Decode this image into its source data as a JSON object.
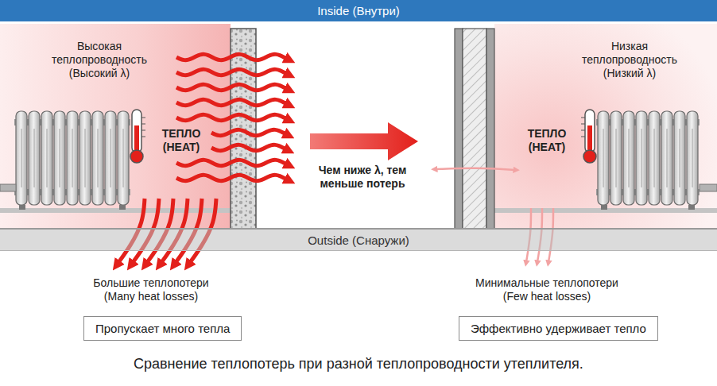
{
  "diagram": {
    "caption": "Сравнение теплопотерь при разной теплопроводности утеплителя.",
    "nodes": [
      {
        "text": [
          "Inside (Внутри)"
        ]
      },
      {
        "text": [
          "Outside (Снаружи)"
        ]
      },
      {
        "text": [
          "Пропускает много тепла"
        ]
      },
      {
        "text": [
          "Эффективно удерживает тепло"
        ]
      }
    ],
    "labels": [
      "Высокая теплопроводность (Высокий λ)",
      "ТЕПЛО (HEAT)",
      "Чем ниже λ, тем меньше потерь",
      "Низкая теплопроводность (Низкий λ)",
      "ТЕПЛО (HEAT)",
      "Большие теплопотери (Many heat losses)",
      "Минимальные теплопотери (Few heat losses)"
    ]
  }
}
